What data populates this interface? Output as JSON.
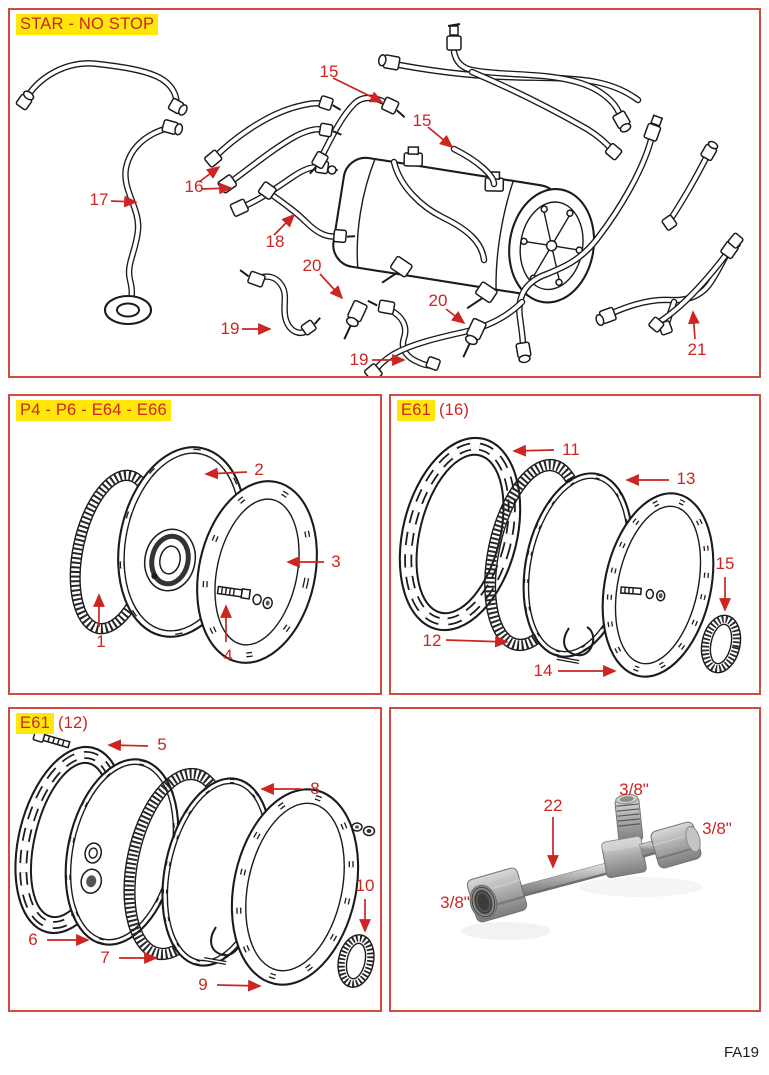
{
  "footer": {
    "code": "FA19"
  },
  "colors": {
    "panel_border": "#d24a42",
    "callout_red": "#cc2522",
    "highlight_yellow": "#ffe70a",
    "ink": "#1b1b1b"
  },
  "panels": {
    "top": {
      "title": "STAR - NO STOP",
      "callouts": [
        "15",
        "15",
        "16",
        "17",
        "18",
        "19",
        "19",
        "20",
        "20",
        "21"
      ]
    },
    "mid_left": {
      "title": "P4 - P6 - E64 - E66",
      "callouts": [
        "1",
        "2",
        "3",
        "4"
      ]
    },
    "mid_right": {
      "title": "E61",
      "qty": "(16)",
      "callouts": [
        "11",
        "12",
        "13",
        "14",
        "15"
      ]
    },
    "bottom_left": {
      "title": "E61",
      "qty": "(12)",
      "callouts": [
        "5",
        "6",
        "7",
        "8",
        "9",
        "10"
      ]
    },
    "bottom_right": {
      "callouts": [
        "22"
      ],
      "size_labels": [
        "3/8\"",
        "3/8\"",
        "3/8\""
      ]
    }
  }
}
